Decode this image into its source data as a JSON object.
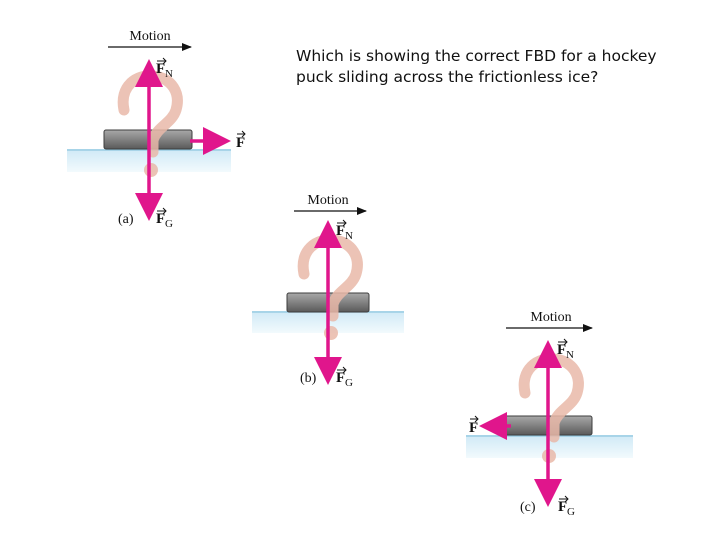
{
  "question": "Which  is showing the correct FBD for a hockey puck sliding across the frictionless ice?",
  "colors": {
    "arrow": "#e0168c",
    "question_mark": "#e9b9a9",
    "puck_top": "#9a9a9a",
    "puck_bottom": "#5e5e5e",
    "ice": "#dff1fa",
    "ice_edge": "#8fc8e0",
    "text": "#111111"
  },
  "diagrams": [
    {
      "label": "(a)",
      "motion": "Motion",
      "normal_force": {
        "symbol": "F",
        "subscript": "N"
      },
      "gravity_force": {
        "symbol": "F",
        "subscript": "G"
      },
      "applied_force": {
        "symbol": "F",
        "direction": "right"
      }
    },
    {
      "label": "(b)",
      "motion": "Motion",
      "normal_force": {
        "symbol": "F",
        "subscript": "N"
      },
      "gravity_force": {
        "symbol": "F",
        "subscript": "G"
      }
    },
    {
      "label": "(c)",
      "motion": "Motion",
      "normal_force": {
        "symbol": "F",
        "subscript": "N"
      },
      "gravity_force": {
        "symbol": "F",
        "subscript": "G"
      },
      "applied_force": {
        "symbol": "F",
        "direction": "left"
      }
    }
  ]
}
